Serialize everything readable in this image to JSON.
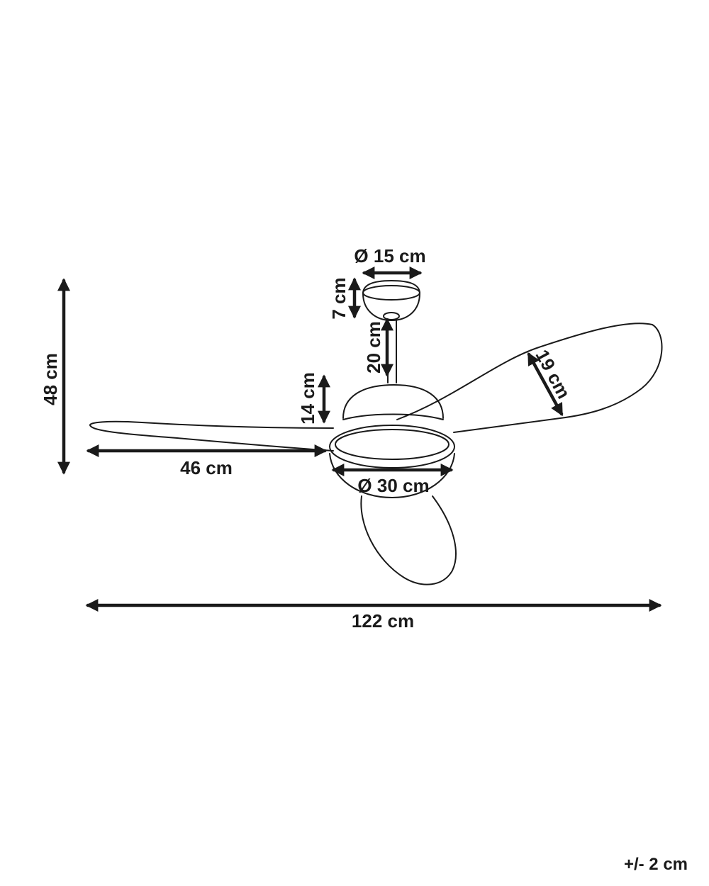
{
  "dimensions": {
    "overall_height": "48 cm",
    "canopy_diameter": "Ø 15 cm",
    "canopy_height": "7 cm",
    "downrod_length": "20 cm",
    "motor_height": "14 cm",
    "blade_width": "19 cm",
    "blade_length": "46 cm",
    "body_diameter": "Ø 30 cm",
    "overall_span": "122 cm"
  },
  "tolerance": "+/- 2 cm"
}
